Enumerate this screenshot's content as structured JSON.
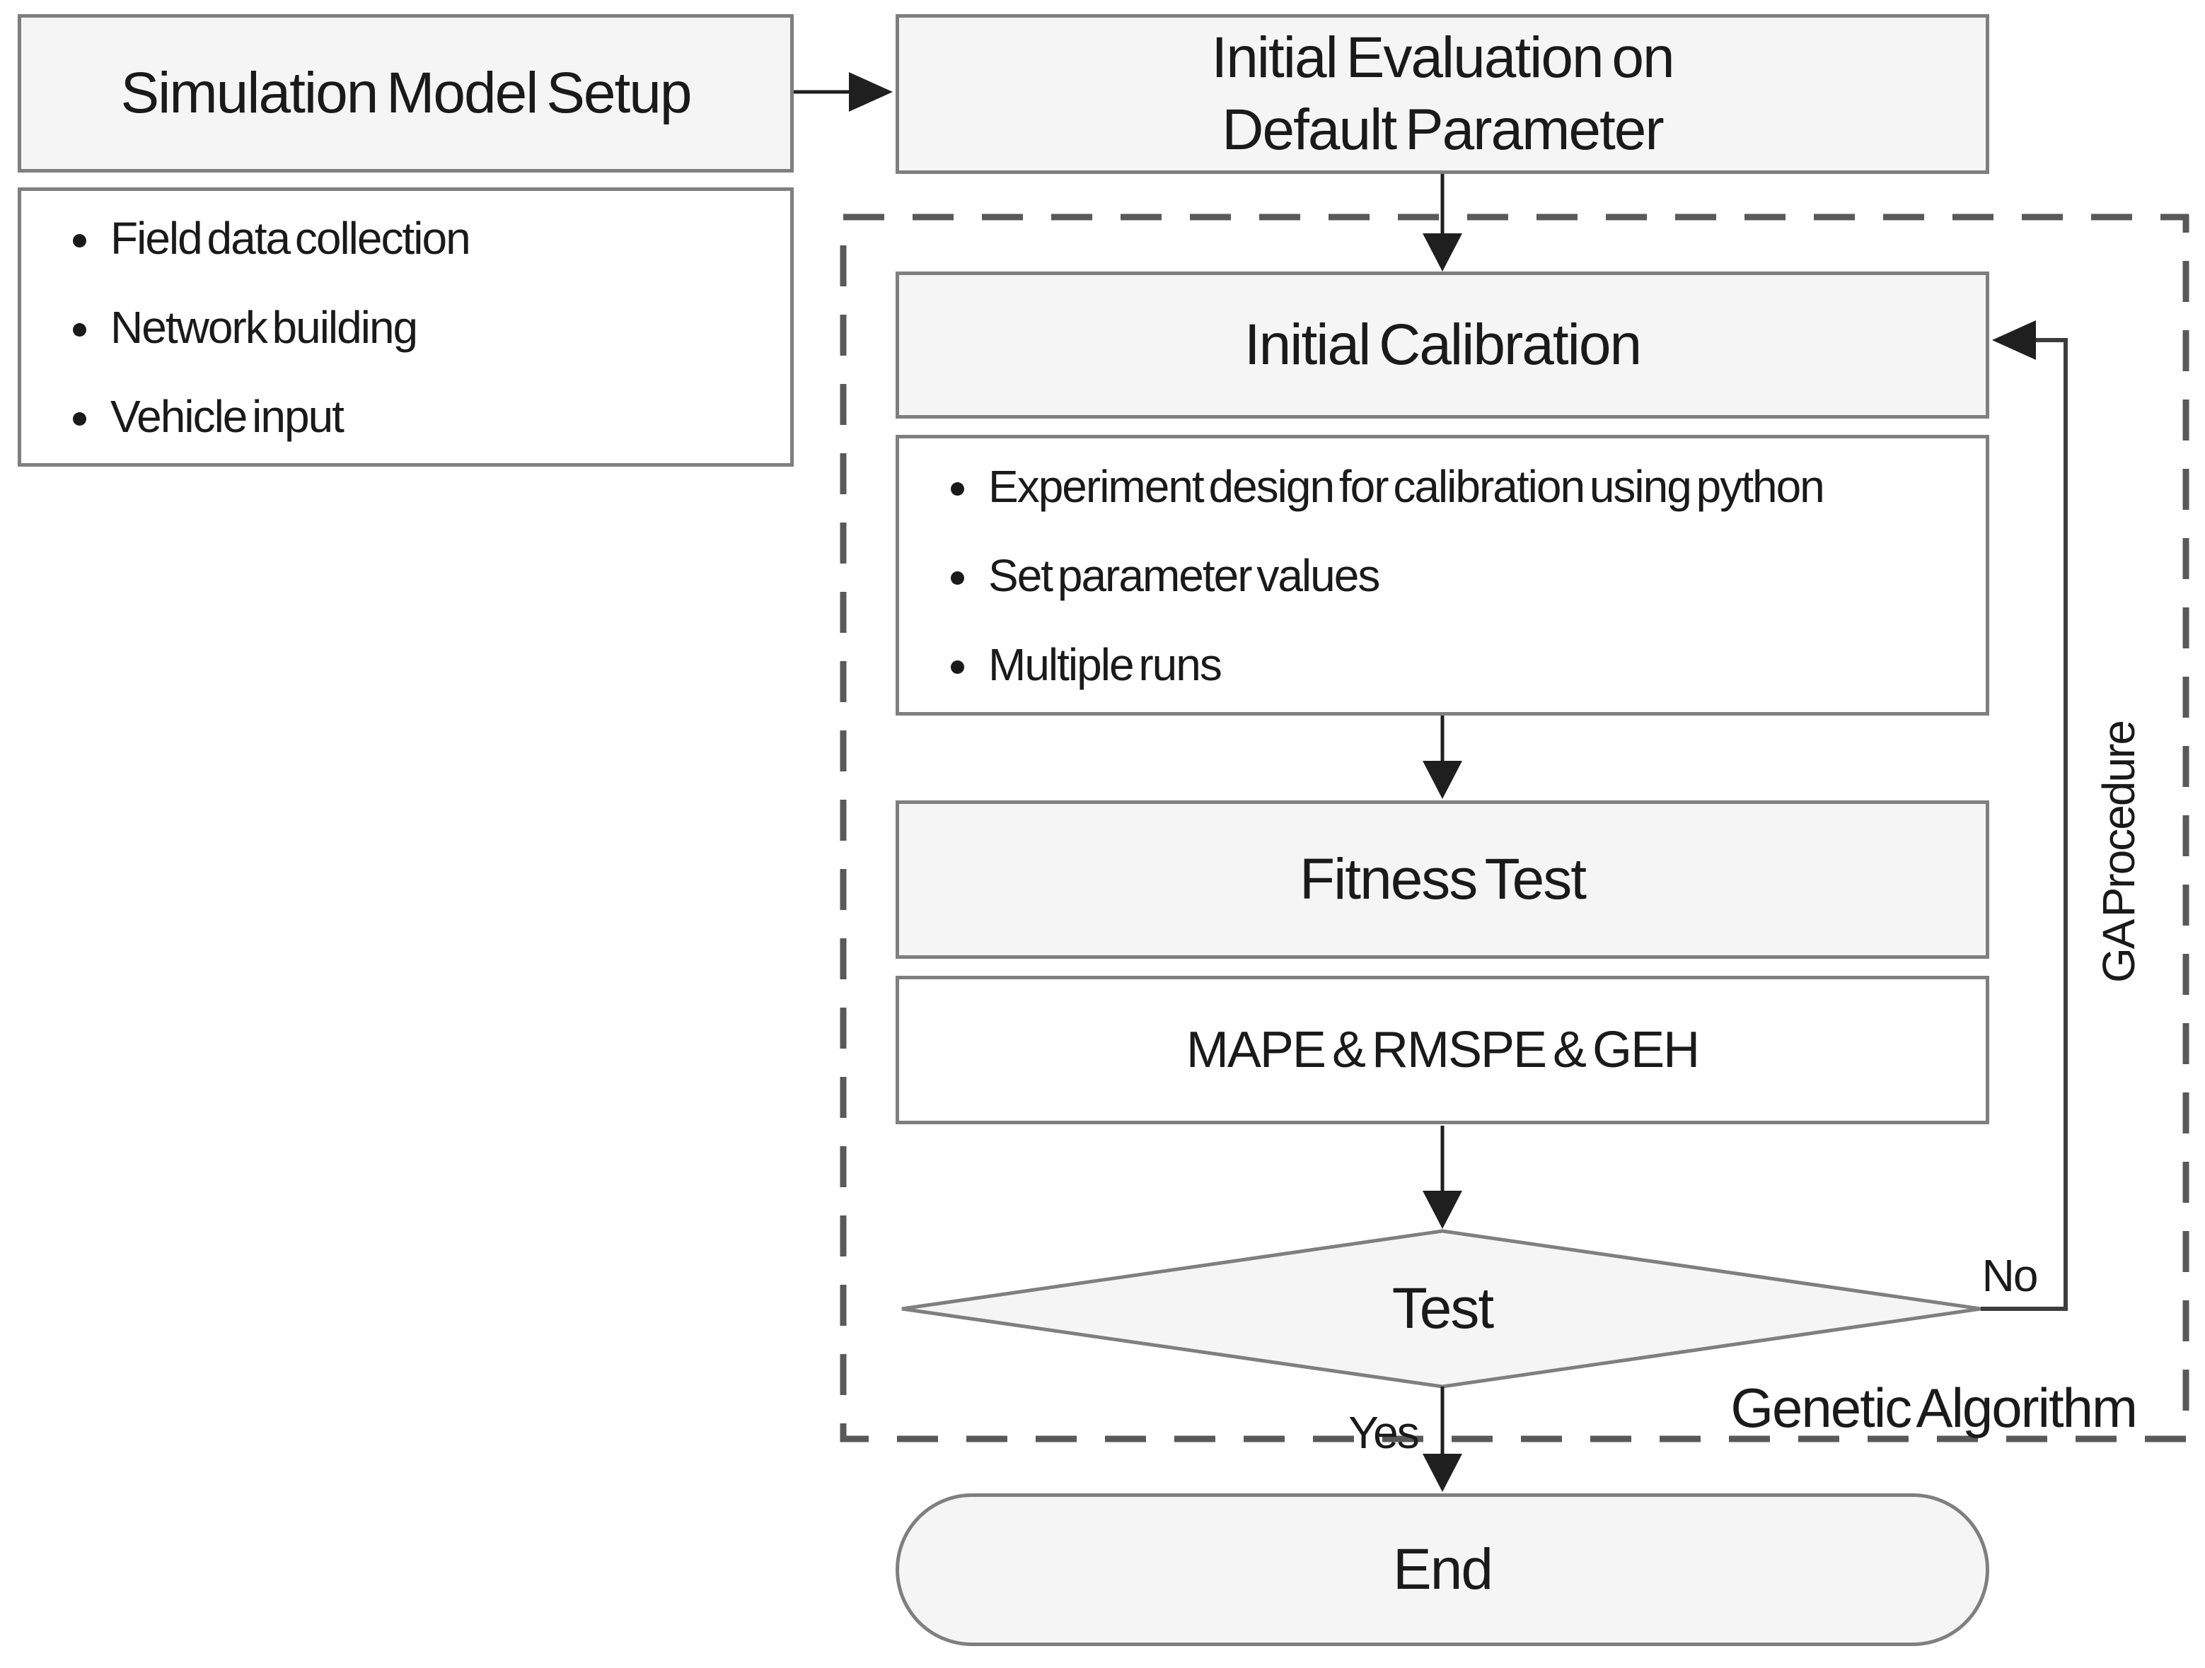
{
  "nodes": {
    "simulation_model_setup": {
      "label": "Simulation Model Setup"
    },
    "setup_details": {
      "bullets": [
        "Field data collection",
        "Network building",
        "Vehicle input"
      ]
    },
    "initial_evaluation": {
      "line1": "Initial Evaluation on",
      "line2": "Default Parameter"
    },
    "initial_calibration": {
      "label": "Initial Calibration"
    },
    "calibration_details": {
      "bullets": [
        "Experiment design for calibration using python",
        "Set parameter values",
        "Multiple runs"
      ]
    },
    "fitness_test": {
      "label": "Fitness Test"
    },
    "fitness_metrics": {
      "label": "MAPE & RMSPE & GEH"
    },
    "test_decision": {
      "label": "Test"
    },
    "end_node": {
      "label": "End"
    }
  },
  "edge_labels": {
    "no": "No",
    "yes": "Yes"
  },
  "region_labels": {
    "ga_procedure": "GA Procedure",
    "genetic_algorithm": "Genetic Algorithm"
  },
  "colors": {
    "background": "#ffffff",
    "node_fill_shaded": "#f5f5f5",
    "node_fill_plain": "#ffffff",
    "node_border": "#7f7f7f",
    "dashed_boundary": "#595959",
    "connector": "#1f1f1f",
    "text": "#1a1a1a"
  }
}
